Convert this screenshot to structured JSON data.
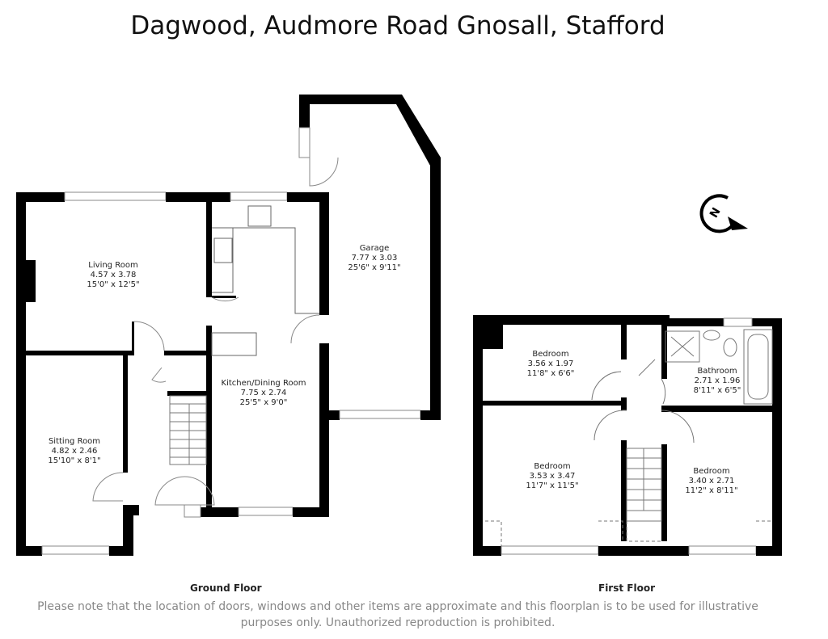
{
  "title": "Dagwood, Audmore Road Gnosall, Stafford",
  "ground_floor": {
    "label": "Ground Floor",
    "rooms": [
      {
        "name": "Living Room",
        "metric": "4.57 x 3.78",
        "imperial": "15'0\" x 12'5\""
      },
      {
        "name": "Sitting Room",
        "metric": "4.82 x 2.46",
        "imperial": "15'10\" x 8'1\""
      },
      {
        "name": "Kitchen/Dining Room",
        "metric": "7.75 x 2.74",
        "imperial": "25'5\" x 9'0\""
      },
      {
        "name": "Garage",
        "metric": "7.77 x 3.03",
        "imperial": "25'6\" x 9'11\""
      }
    ]
  },
  "first_floor": {
    "label": "First Floor",
    "rooms": [
      {
        "name": "Bedroom",
        "metric": "3.56 x 1.97",
        "imperial": "11'8\" x 6'6\""
      },
      {
        "name": "Bathroom",
        "metric": "2.71 x 1.96",
        "imperial": "8'11\" x 6'5\""
      },
      {
        "name": "Bedroom",
        "metric": "3.53 x 3.47",
        "imperial": "11'7\" x 11'5\""
      },
      {
        "name": "Bedroom",
        "metric": "3.40 x 2.71",
        "imperial": "11'2\" x 8'11\""
      }
    ]
  },
  "compass": {
    "icon": "north-compass-icon",
    "letter": "N"
  },
  "disclaimer": "Please note that the location of doors, windows and other items are approximate and this floorplan is to be used for illustrative purposes only. Unauthorized reproduction is prohibited."
}
